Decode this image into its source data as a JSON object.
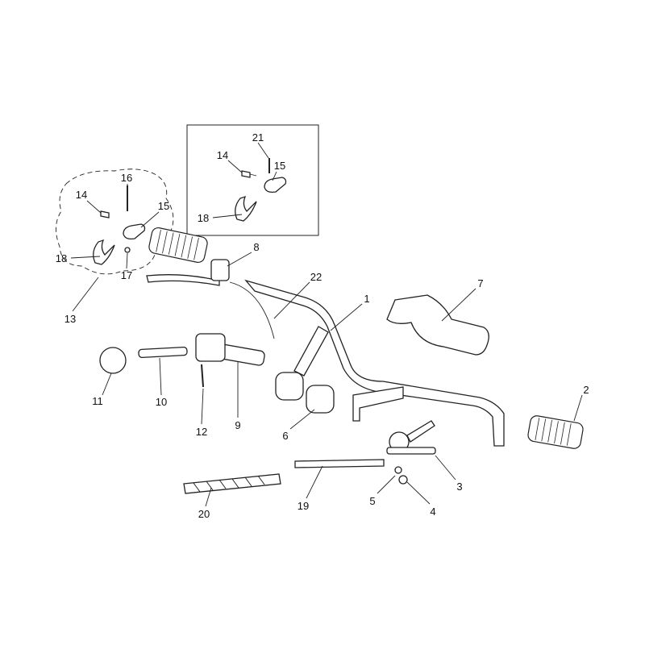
{
  "callouts": {
    "inset": {
      "c21": "21",
      "c14": "14",
      "c15": "15",
      "c18": "18"
    },
    "detail": {
      "c16": "16",
      "c14": "14",
      "c15": "15",
      "c18": "18",
      "c17": "17",
      "c13": "13"
    },
    "main": {
      "c8": "8",
      "c22": "22",
      "c1": "1",
      "c7": "7",
      "c2": "2",
      "c11": "11",
      "c10": "10",
      "c12": "12",
      "c9": "9",
      "c6": "6",
      "c3": "3",
      "c5": "5",
      "c4": "4",
      "c19": "19",
      "c20": "20"
    }
  }
}
